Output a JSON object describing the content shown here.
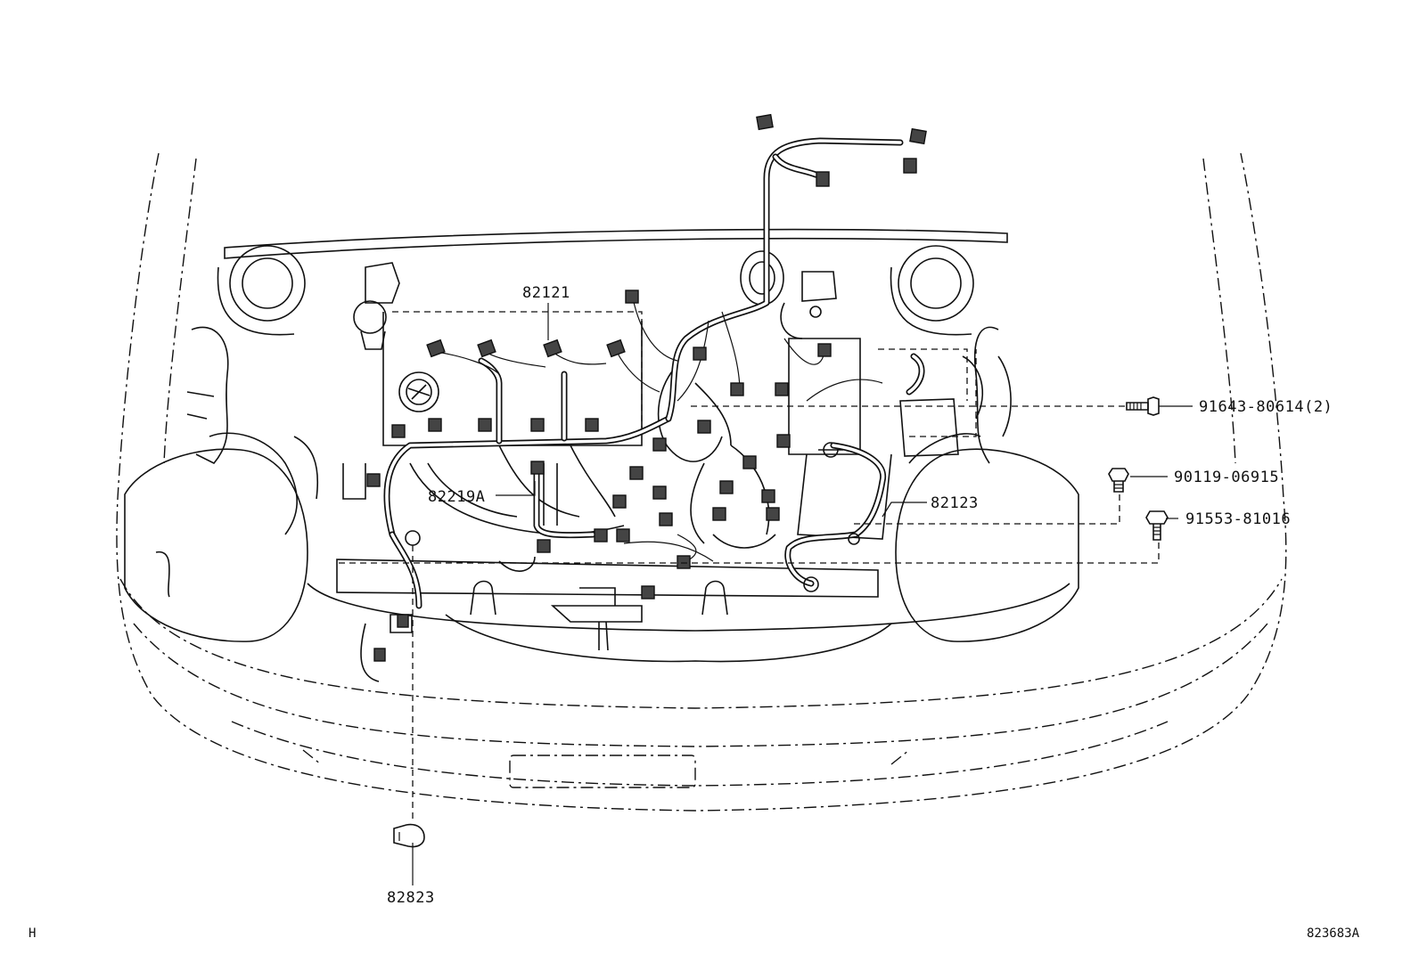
{
  "diagram": {
    "labels": {
      "harness_top": "82121",
      "harness_left": "82219A",
      "harness_right": "82123",
      "clamp_bottom": "82823",
      "bolt_1": "91643-80614(2)",
      "bolt_2": "90119-06915",
      "bolt_3": "91553-81016"
    },
    "corner_left": "H",
    "corner_right": "823683A"
  }
}
